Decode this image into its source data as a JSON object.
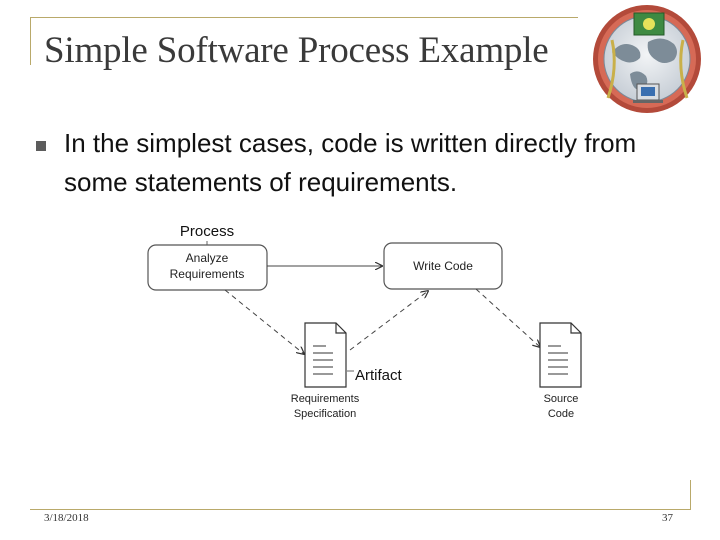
{
  "slide": {
    "title": "Simple Software Process Example",
    "bullet": "In the simplest cases, code is written directly from some statements of requirements."
  },
  "diagram": {
    "process_label": "Process",
    "artifact_label": "Artifact",
    "activities": {
      "analyze": [
        "Analyze",
        "Requirements"
      ],
      "write_code": "Write Code"
    },
    "artifacts": {
      "requirements_spec": [
        "Requirements",
        "Specification"
      ],
      "source_code": [
        "Source",
        "Code"
      ]
    }
  },
  "footer": {
    "date": "3/18/2018",
    "page": "37"
  }
}
